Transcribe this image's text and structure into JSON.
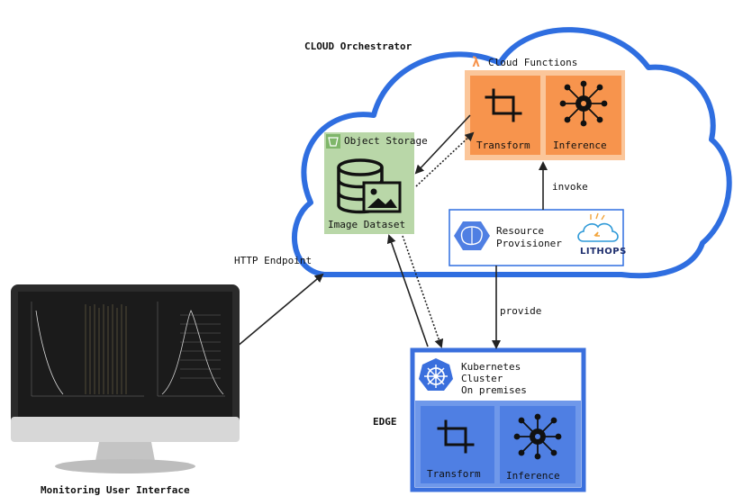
{
  "cloud": {
    "title": "CLOUD Orchestrator"
  },
  "functions": {
    "title": "Cloud Functions",
    "lambda_glyph": "λ",
    "transform_label": "Transform",
    "inference_label": "Inference",
    "color": "#f7944d",
    "bg": "#fbc69a"
  },
  "storage": {
    "title": "Object Storage",
    "dataset_label": "Image Dataset",
    "color": "#b9d7a8"
  },
  "provisioner": {
    "label_line1": "Resource",
    "label_line2": "Provisioner",
    "logo_text": "LITHOPS"
  },
  "edges": {
    "invoke": "invoke",
    "provide": "provide",
    "http": "HTTP Endpoint"
  },
  "edge_cluster": {
    "section_label": "EDGE",
    "line1": "Kubernetes",
    "line2": "Cluster",
    "line3": "On premises",
    "transform_label": "Transform",
    "inference_label": "Inference",
    "color": "#4f7fe3",
    "tile_color": "#6f98ea"
  },
  "monitor": {
    "caption": "Monitoring User Interface"
  },
  "colors": {
    "cloud_stroke": "#2f6ee0",
    "arrow": "#222222"
  }
}
